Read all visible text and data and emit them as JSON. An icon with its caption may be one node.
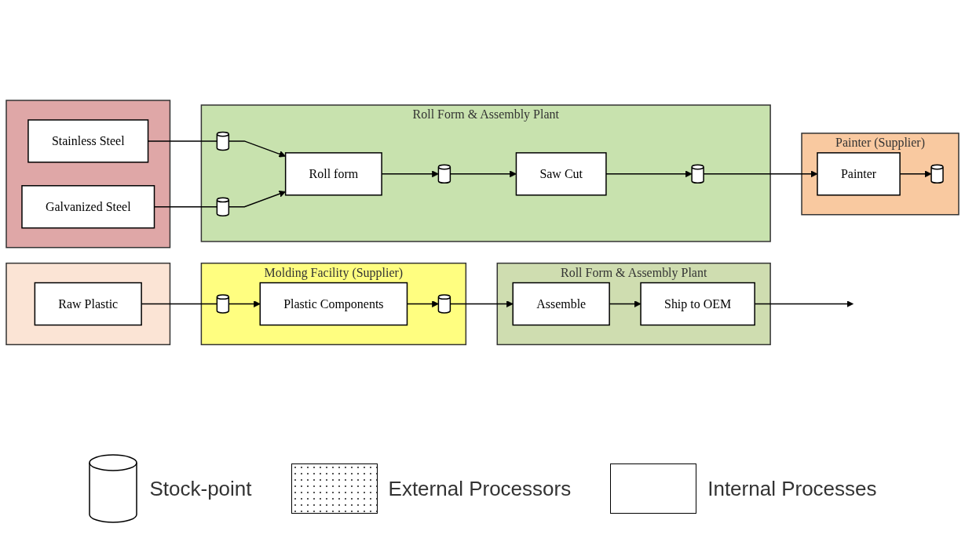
{
  "diagram": {
    "nodes": [
      {
        "text": [],
        "shape": "box"
      },
      {
        "text": [
          "Stainless Steel"
        ],
        "in": 0
      },
      {
        "text": [
          "Galvanized Steel"
        ],
        "in": 0
      },
      {
        "text": [
          "Roll Form & Assembly Plant"
        ]
      },
      {
        "text": [],
        "shape": "cylinder",
        "in": 3
      },
      {
        "text": [],
        "shape": "cylinder",
        "in": 3
      },
      {
        "text": [
          "Roll form"
        ],
        "in": 3
      },
      {
        "text": [],
        "shape": "cylinder",
        "in": 3
      },
      {
        "text": [
          "Saw Cut"
        ],
        "in": 3
      },
      {
        "text": [],
        "shape": "cylinder",
        "in": 3
      },
      {
        "text": [
          "Painter (Supplier)"
        ]
      },
      {
        "text": [
          "Painter"
        ],
        "in": 10
      },
      {
        "text": [],
        "shape": "cylinder",
        "in": 10
      },
      {
        "text": [],
        "shape": "box"
      },
      {
        "text": [
          "Raw Plastic"
        ],
        "in": 13
      },
      {
        "text": [
          "Molding Facility (Supplier)"
        ]
      },
      {
        "text": [],
        "shape": "cylinder",
        "in": 15
      },
      {
        "text": [
          "Plastic Components"
        ],
        "in": 15
      },
      {
        "text": [],
        "shape": "cylinder",
        "in": 15
      },
      {
        "text": [
          "Roll Form & Assembly Plant"
        ]
      },
      {
        "text": [
          "Assemble"
        ],
        "in": 19
      },
      {
        "text": [
          "Ship to OEM"
        ],
        "in": 19
      }
    ],
    "edges": [
      {
        "from": 1,
        "to": 4,
        "arrow": "none"
      },
      {
        "from": 2,
        "to": 5,
        "arrow": "none"
      },
      {
        "from": 4,
        "to": 6,
        "arrow": "to"
      },
      {
        "from": 5,
        "to": 6,
        "arrow": "to"
      },
      {
        "from": 6,
        "to": 7,
        "arrow": "to"
      },
      {
        "from": 7,
        "to": 8,
        "arrow": "to"
      },
      {
        "from": 8,
        "to": 9,
        "arrow": "to"
      },
      {
        "from": 9,
        "to": 11,
        "arrow": "to"
      },
      {
        "from": 11,
        "to": 12,
        "arrow": "to"
      },
      {
        "from": 14,
        "to": 16,
        "arrow": "none"
      },
      {
        "from": 16,
        "to": 17,
        "arrow": "to"
      },
      {
        "from": 17,
        "to": 18,
        "arrow": "to"
      },
      {
        "from": 18,
        "to": 20,
        "arrow": "to"
      },
      {
        "from": 20,
        "to": 21,
        "arrow": "to"
      },
      {
        "from": 21,
        "to": null,
        "arrow": "to"
      }
    ],
    "legend": [
      {
        "text": "Stock-point"
      },
      {
        "text": "External Processors"
      },
      {
        "text": "Internal Processes"
      }
    ]
  }
}
